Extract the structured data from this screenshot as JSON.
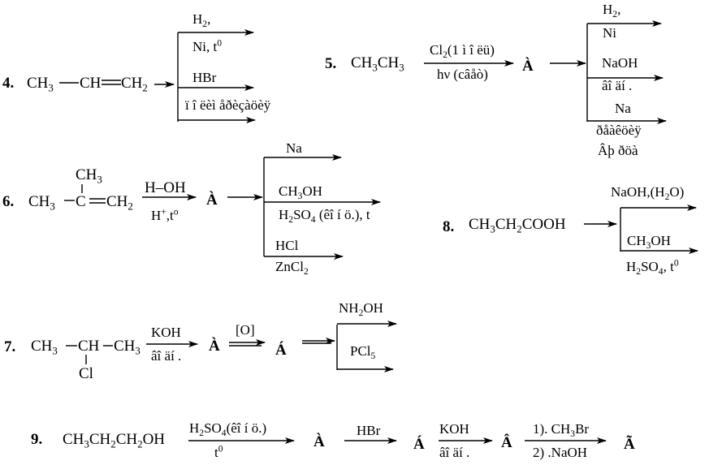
{
  "problems": {
    "p4": {
      "number": "4.",
      "start": {
        "a": "CH",
        "a_sub": "3",
        "b": "CH",
        "c": "CH",
        "c_sub": "2"
      },
      "r1_top": "H",
      "r1_top_sub": "2",
      "r1_top_tail": ",",
      "r1_bottom": "Ni, t",
      "r1_bottom_sup": "0",
      "r2_top": "HBr",
      "r2_bottom": "ï î ëèì åðèçàöèÿ"
    },
    "p5": {
      "number": "5.",
      "start": {
        "a": "CH",
        "a_sub": "3",
        "b": "CH",
        "b_sub": "3"
      },
      "cond_top": "Cl",
      "cond_top_sub": "2",
      "cond_top_tail": "(1 ì î ëü)",
      "cond_bottom": "hν (câåò)",
      "product": "À",
      "b1_top": "H",
      "b1_top_sub": "2",
      "b1_top_tail": ",",
      "b1_bottom": "Ni",
      "b2_top": "NaOH",
      "b2_bottom": "âî äí .",
      "b3_top": "Na",
      "b3_bottom1": "ðåàêöèÿ",
      "b3_bottom2": "Âþ ðöà"
    },
    "p6": {
      "number": "6.",
      "methyl": "CH",
      "methyl_sub": "3",
      "start": {
        "a": "CH",
        "a_sub": "3",
        "b": "C",
        "c": "CH",
        "c_sub": "2"
      },
      "cond_top": "H–OH",
      "cond_bottom": "H",
      "cond_bottom_sup": "+",
      "cond_bottom_tail": ",t",
      "cond_bottom_sup2": "o",
      "product": "À",
      "b1_top": "Na",
      "b2_top": "CH",
      "b2_top_sub": "3",
      "b2_top_tail": "OH",
      "b2_bottom": "H",
      "b2_bottom_sub": "2",
      "b2_bottom_mid": "SO",
      "b2_bottom_sub2": "4",
      "b2_bottom_tail": " (êî í ö.), t",
      "b3_top": "HCl",
      "b3_bottom": "ZnCl",
      "b3_bottom_sub": "2"
    },
    "p7": {
      "number": "7.",
      "start": {
        "a": "CH",
        "a_sub": "3",
        "b": "CH",
        "c": "CH",
        "c_sub": "3"
      },
      "substituent": "Cl",
      "cond_top": "KOH",
      "cond_bottom": "âî äí .",
      "product_a": "À",
      "oxidant": "[O]",
      "product_b": "Á",
      "b1_top": "NH",
      "b1_top_sub": "2",
      "b1_top_tail": "OH",
      "b2_top": "PCl",
      "b2_top_sub": "5"
    },
    "p8": {
      "number": "8.",
      "start": {
        "a": "CH",
        "a_sub": "3",
        "b": "CH",
        "b_sub": "2",
        "c": "COOH"
      },
      "b1_top": "NaOH,(H",
      "b1_top_sub": "2",
      "b1_top_tail": "O)",
      "b2_top": "CH",
      "b2_top_sub": "3",
      "b2_top_tail": "OH",
      "b2_bottom": "H",
      "b2_bottom_sub": "2",
      "b2_bottom_mid": "SO",
      "b2_bottom_sub2": "4",
      "b2_bottom_tail": ", t",
      "b2_bottom_sup": "0"
    },
    "p9": {
      "number": "9.",
      "start": {
        "a": "CH",
        "a_sub": "3",
        "b": "CH",
        "b_sub": "2",
        "c": "CH",
        "c_sub": "2",
        "d": "OH"
      },
      "c1_top": "H",
      "c1_top_sub": "2",
      "c1_top_mid": "SO",
      "c1_top_sub2": "4",
      "c1_top_tail": "(êî í ö.)",
      "c1_bottom": "t",
      "c1_bottom_sup": "0",
      "product_a": "À",
      "c2_top": "HBr",
      "product_b": "Á",
      "c3_top": "KOH",
      "c3_bottom": "âî äí .",
      "product_c": "Â",
      "c4_top": "1). CH",
      "c4_top_sub": "3",
      "c4_top_tail": "Br",
      "c4_bottom": "2) .NaOH",
      "product_d": "Ã"
    }
  }
}
